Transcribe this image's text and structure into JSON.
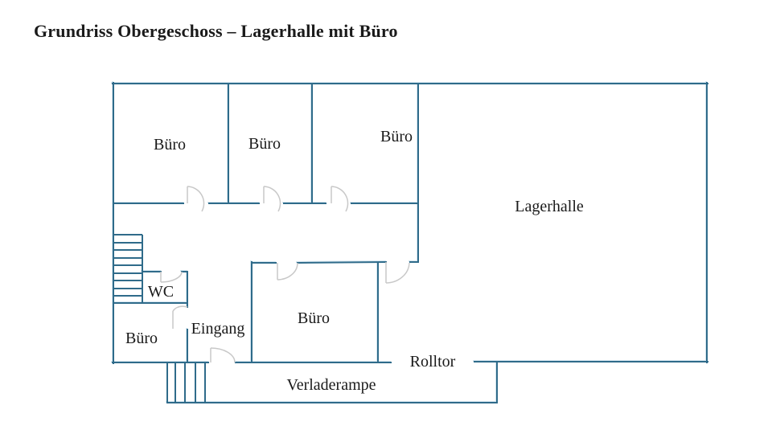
{
  "title": "Grundriss Obergeschoss – Lagerhalle mit Büro",
  "labels": {
    "buero_top_left": "Büro",
    "buero_top_mid": "Büro",
    "buero_top_right": "Büro",
    "lagerhalle": "Lagerhalle",
    "wc": "WC",
    "buero_bottom_left": "Büro",
    "eingang": "Eingang",
    "buero_middle": "Büro",
    "rolltor": "Rolltor",
    "verladerampe": "Verladerampe"
  },
  "colors": {
    "wall": "#2f6b8a",
    "wall_highlight": "#d4e6f0",
    "door_arc": "#c8c8c8",
    "text": "#1a1a1a",
    "background": "#ffffff"
  }
}
